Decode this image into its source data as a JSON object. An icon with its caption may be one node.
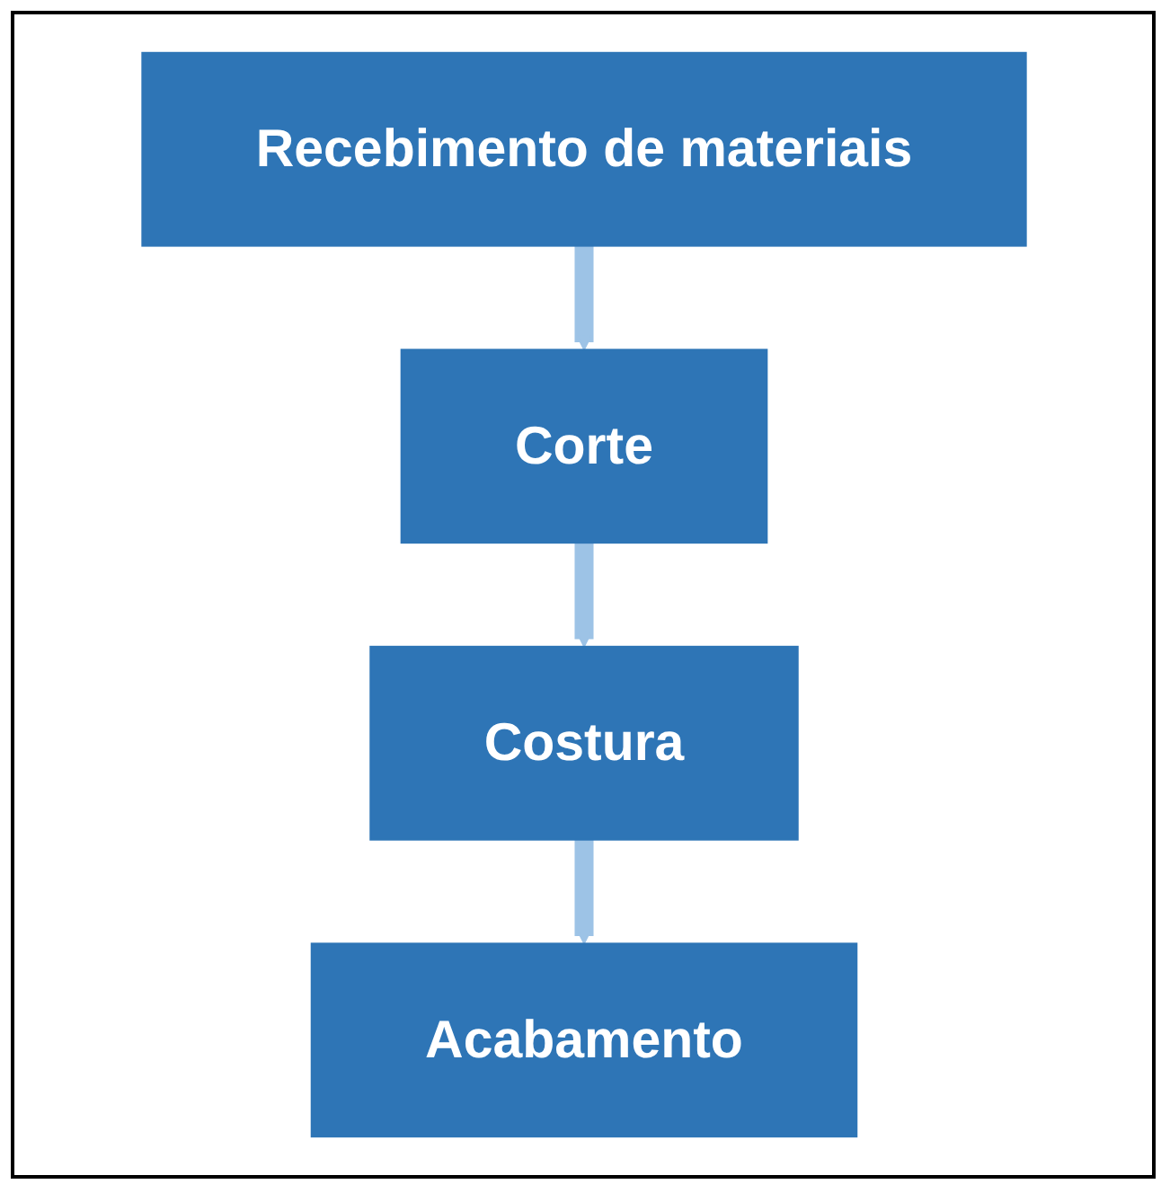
{
  "diagram": {
    "nodes": [
      {
        "text": [
          "Recebimento de materiais"
        ]
      },
      {
        "text": [
          "Corte"
        ]
      },
      {
        "text": [
          "Costura"
        ]
      },
      {
        "text": [
          "Acabamento"
        ]
      }
    ],
    "edges": [
      {
        "from": 0,
        "to": 1,
        "arrow": "to"
      },
      {
        "from": 1,
        "to": 2,
        "arrow": "to"
      },
      {
        "from": 2,
        "to": 3,
        "arrow": "to"
      }
    ]
  }
}
